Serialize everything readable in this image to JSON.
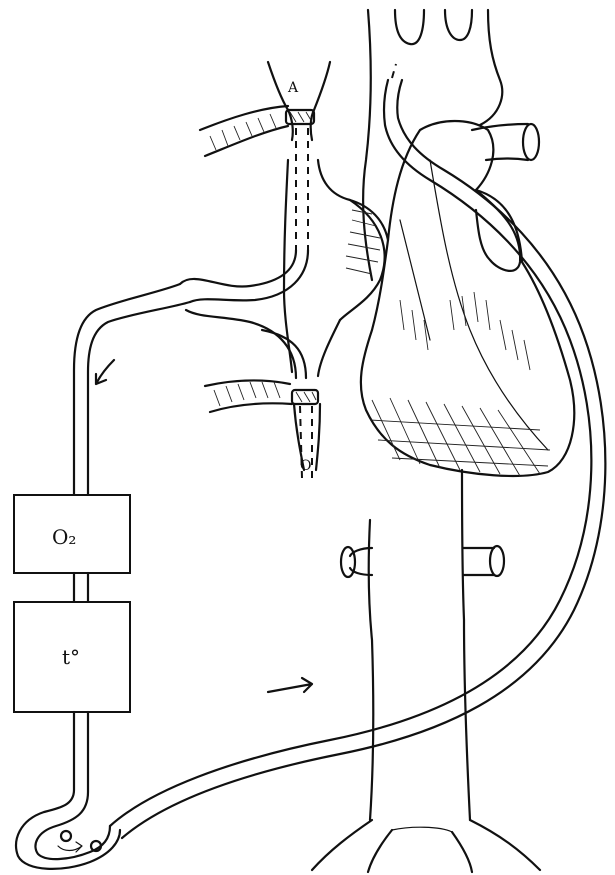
{
  "labels": {
    "oxygenator": "O₂",
    "temperature": "t°",
    "vessel_top": "A",
    "vessel_bottom": "O"
  }
}
